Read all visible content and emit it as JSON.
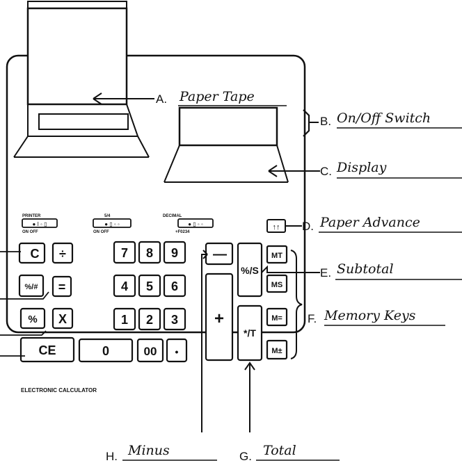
{
  "labels": {
    "a": {
      "letter": "A.",
      "text": "Paper Tape"
    },
    "b": {
      "letter": "B.",
      "text": "On/Off Switch"
    },
    "c": {
      "letter": "C.",
      "text": "Display"
    },
    "d": {
      "letter": "D.",
      "text": "Paper Advance"
    },
    "e": {
      "letter": "E.",
      "text": "Subtotal"
    },
    "f": {
      "letter": "F.",
      "text": "Memory Keys"
    },
    "g": {
      "letter": "G.",
      "text": "Total"
    },
    "h": {
      "letter": "H.",
      "text": "Minus"
    }
  },
  "switches": {
    "printer": {
      "title": "PRINTER",
      "sub": "ON OFF",
      "face": "● I ◦ ▯"
    },
    "fraction": {
      "title": "5/4",
      "sub": "ON OFF",
      "face": "● ▯ ◦ ◦"
    },
    "decimal": {
      "title": "DECIMAL",
      "sub": "+F0234",
      "face": "● ▯ ◦ ◦"
    }
  },
  "keys": {
    "c": "C",
    "divide": "÷",
    "percent_hash": "%/#",
    "equals": "=",
    "percent": "%",
    "times": "X",
    "ce": "CE",
    "zero": "0",
    "double_zero": "00",
    "dot": "•",
    "seven": "7",
    "eight": "8",
    "nine": "9",
    "four": "4",
    "five": "5",
    "six": "6",
    "one": "1",
    "two": "2",
    "three": "3",
    "minus": "—",
    "plus": "+",
    "subtotal": "%/S",
    "total": "*/T",
    "mt": "MT",
    "ms": "MS",
    "m_minus": "M=",
    "m_plus": "M±",
    "paper_advance": "↑↑"
  },
  "footer": "ELECTRONIC CALCULATOR"
}
